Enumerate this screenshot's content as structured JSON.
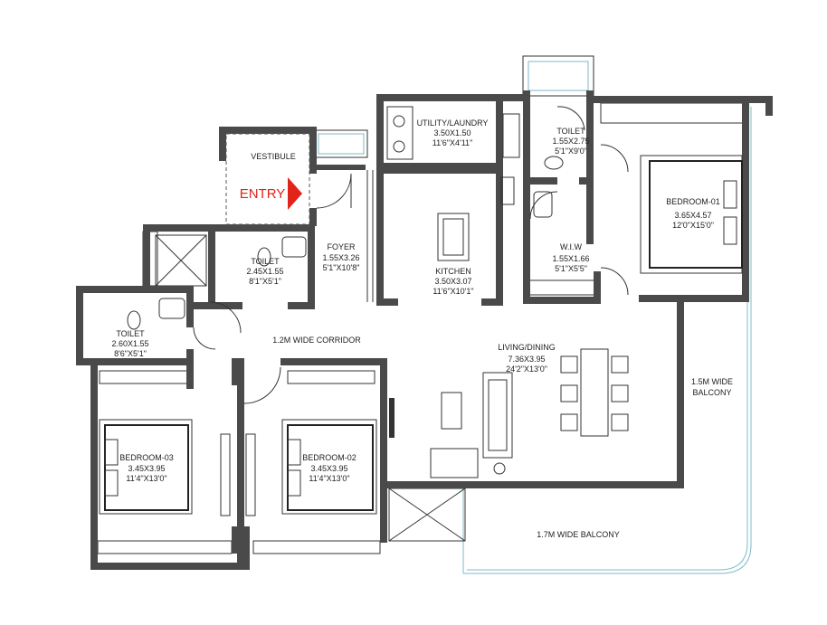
{
  "plan": {
    "entry_label": "ENTRY",
    "accent_color": "#e2231a",
    "glass_color": "#7fb9c9",
    "wall_color": "#4a4a4a",
    "rooms": {
      "vestibule": {
        "name": "VESTIBULE"
      },
      "utility": {
        "name": "UTILITY/LAUNDRY",
        "dim_m": "3.50X1.50",
        "dim_ft": "11'6\"X4'11\""
      },
      "toilet_top": {
        "name": "TOILET",
        "dim_m": "1.55X2.75",
        "dim_ft": "5'1\"X9'0\""
      },
      "bedroom1": {
        "name": "BEDROOM-01",
        "dim_m": "3.65X4.57",
        "dim_ft": "12'0\"X15'0\""
      },
      "foyer": {
        "name": "FOYER",
        "dim_m": "1.55X3.26",
        "dim_ft": "5'1\"X10'8\""
      },
      "toilet_mid": {
        "name": "TOILET",
        "dim_m": "2.45X1.55",
        "dim_ft": "8'1\"X5'1\""
      },
      "kitchen": {
        "name": "KITCHEN",
        "dim_m": "3.50X3.07",
        "dim_ft": "11'6\"X10'1\""
      },
      "wiw": {
        "name": "W.I.W",
        "dim_m": "1.55X1.66",
        "dim_ft": "5'1\"X5'5\""
      },
      "toilet_left": {
        "name": "TOILET",
        "dim_m": "2.60X1.55",
        "dim_ft": "8'6\"X5'1\""
      },
      "corridor": {
        "name": "1.2M WIDE CORRIDOR"
      },
      "living": {
        "name": "LIVING/DINING",
        "dim_m": "7.36X3.95",
        "dim_ft": "24'2\"X13'0\""
      },
      "balcony_side": {
        "line1": "1.5M WIDE",
        "line2": "BALCONY"
      },
      "bedroom3": {
        "name": "BEDROOM-03",
        "dim_m": "3.45X3.95",
        "dim_ft": "11'4\"X13'0\""
      },
      "bedroom2": {
        "name": "BEDROOM-02",
        "dim_m": "3.45X3.95",
        "dim_ft": "11'4\"X13'0\""
      },
      "balcony_bottom": {
        "name": "1.7M WIDE BALCONY"
      }
    }
  }
}
